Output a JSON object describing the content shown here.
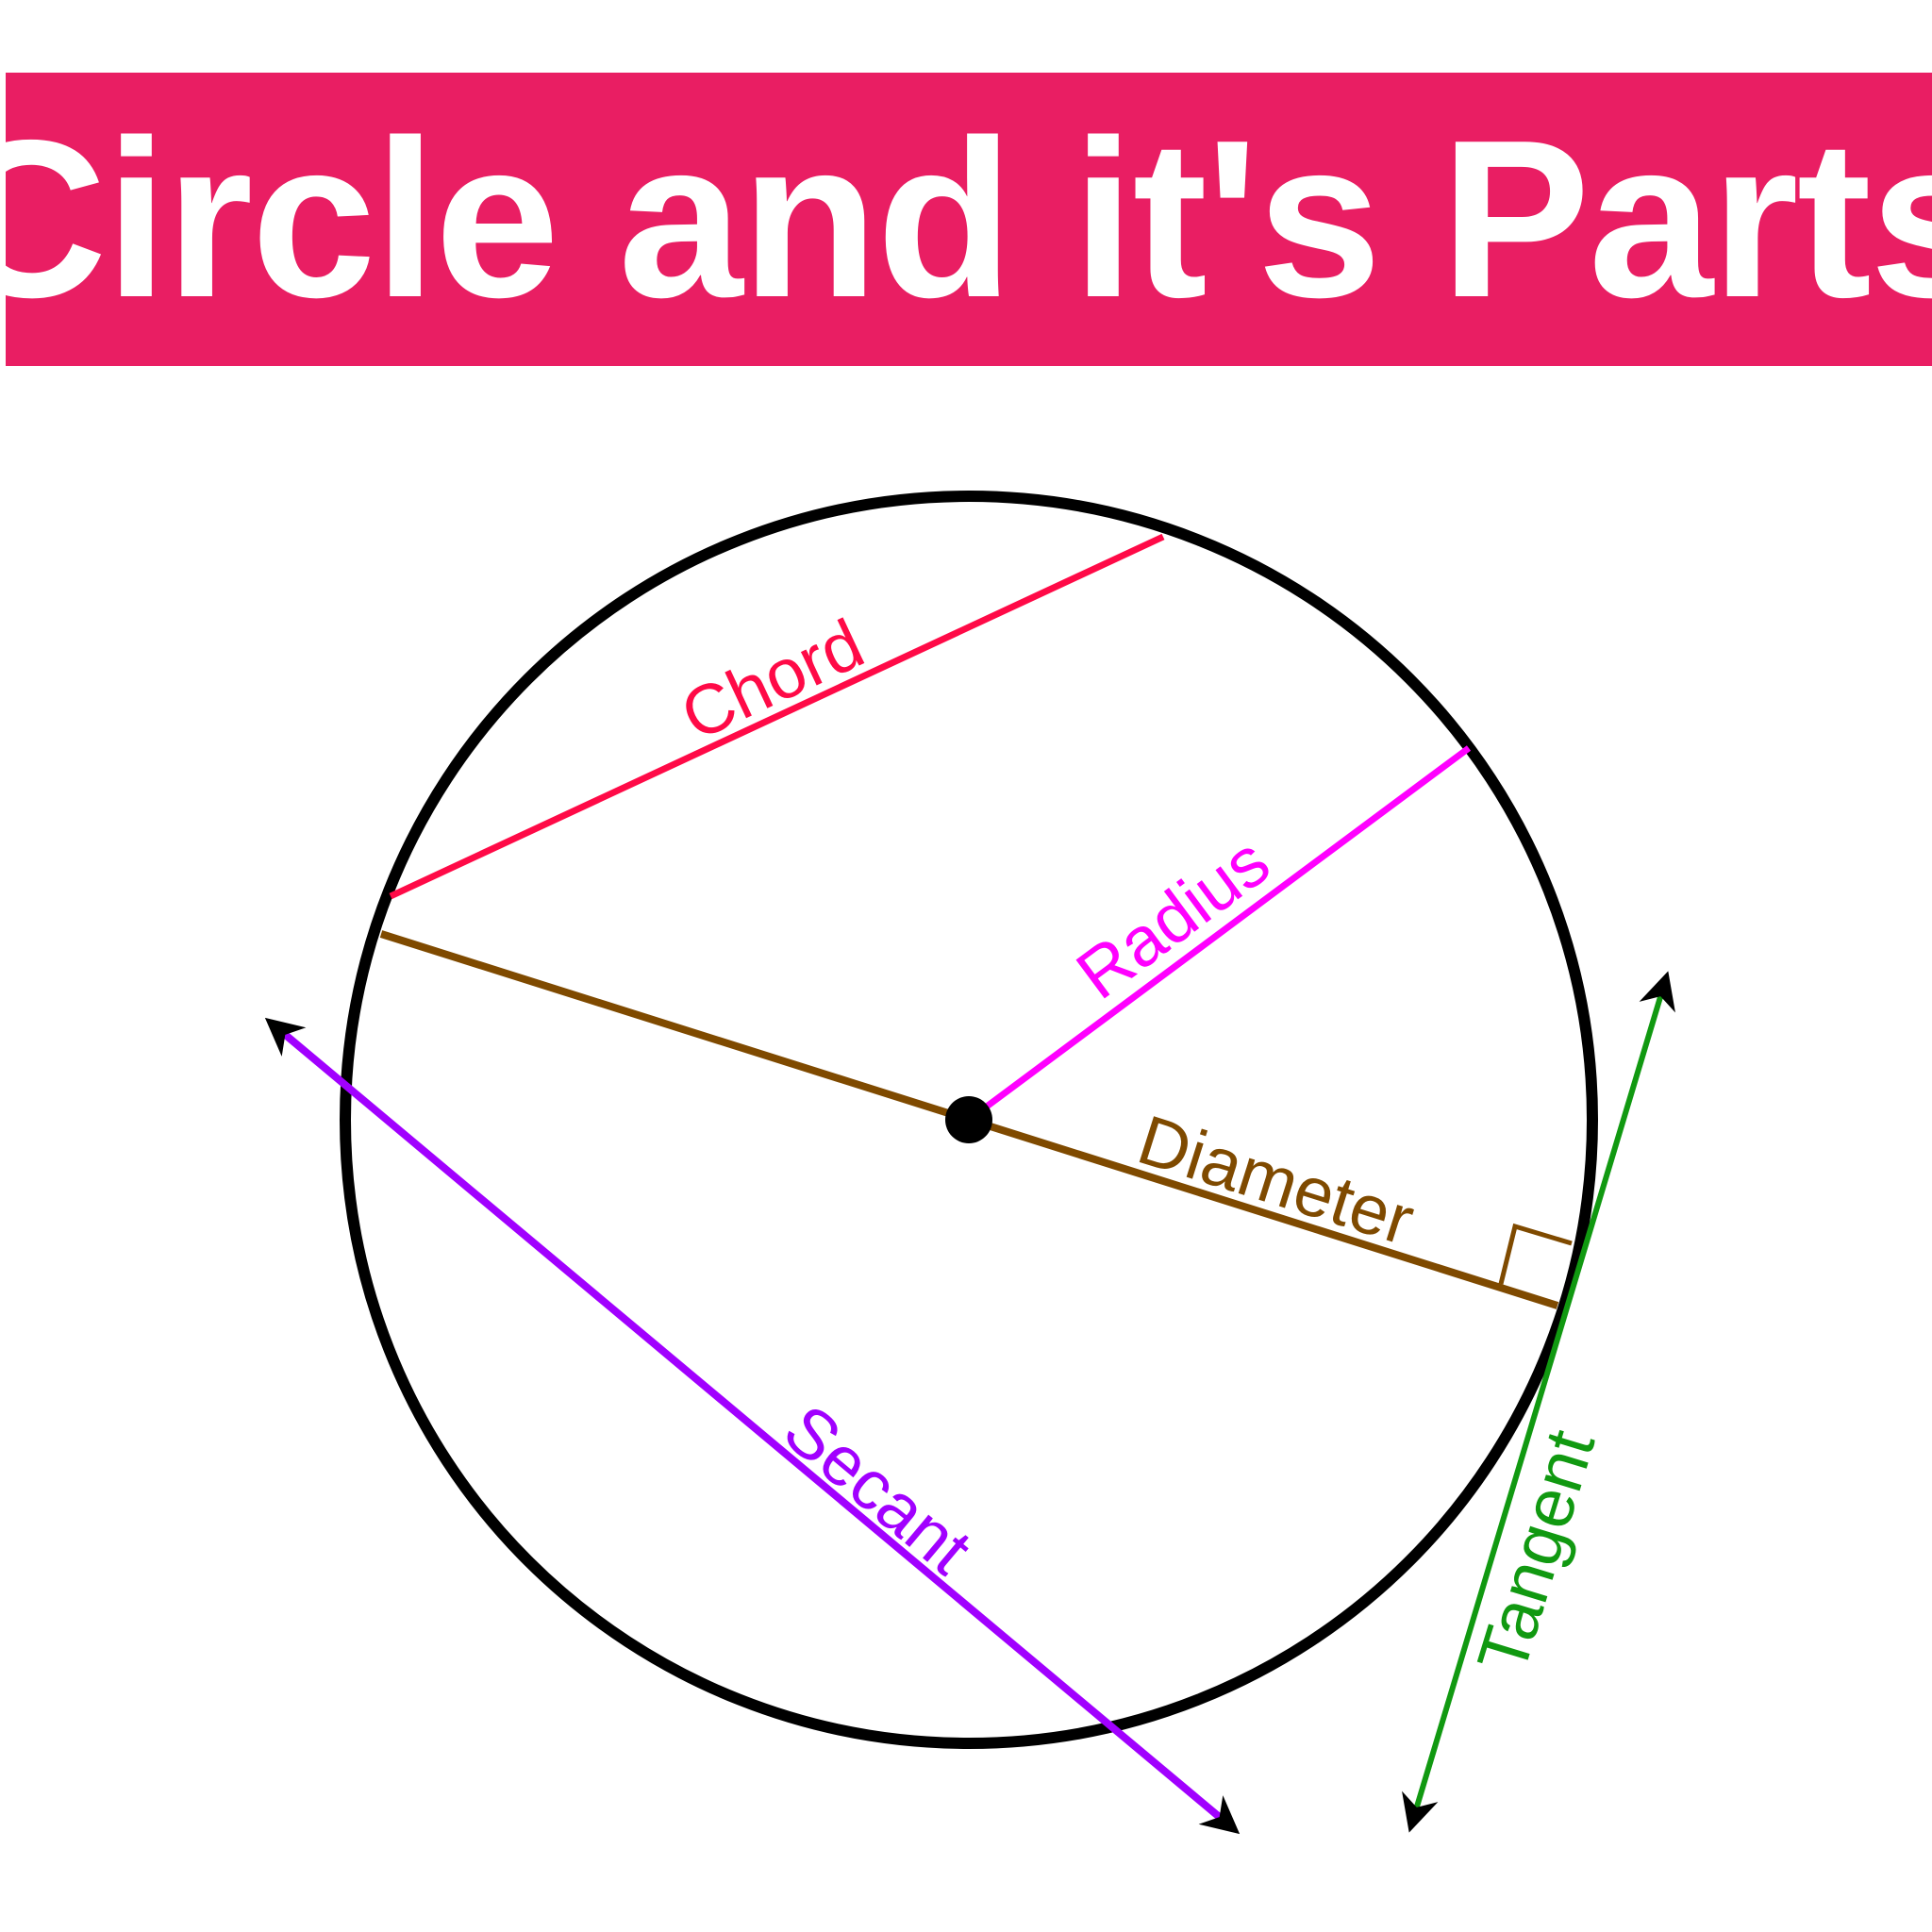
{
  "title": "Circle and it's Parts",
  "colors": {
    "banner": "#E91E63",
    "title_text": "#FFFFFF",
    "circle": "#000000",
    "chord": "#FF0A47",
    "radius": "#FF00FF",
    "diameter": "#7F4A00",
    "secant": "#A100FF",
    "tangent": "#119911",
    "arrowhead": "#000000"
  },
  "labels": {
    "chord": "Chord",
    "radius": "Radius",
    "diameter": "Diameter",
    "secant": "Secant",
    "tangent": "Tangent"
  }
}
